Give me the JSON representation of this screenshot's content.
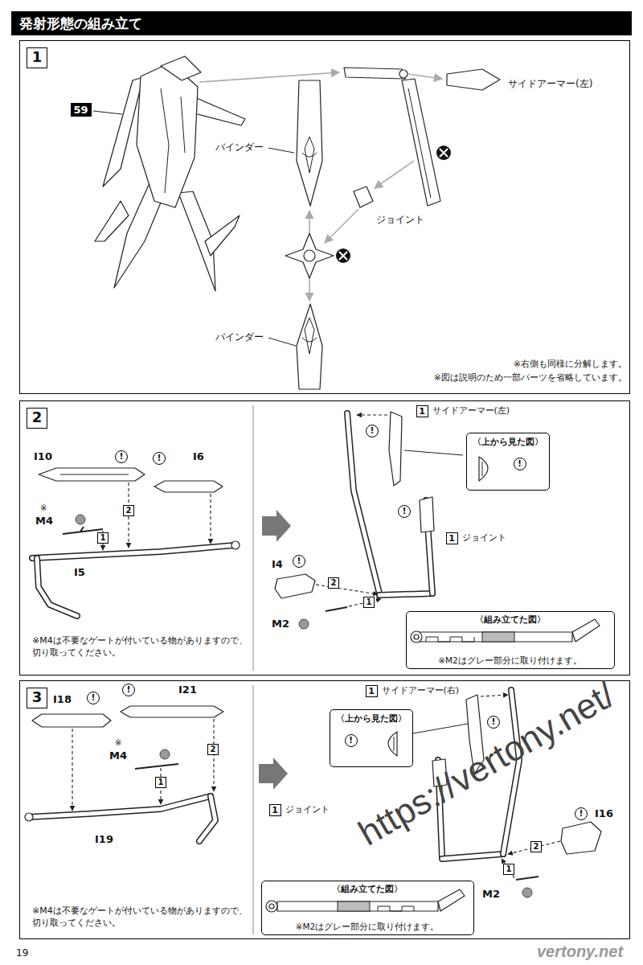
{
  "diagram": {
    "title": "発射形態の組み立て",
    "nodes": [
      {
        "text": [
          "1"
        ]
      },
      {
        "text": [
          "59"
        ],
        "in": 0
      },
      {
        "text": [
          "2"
        ]
      },
      {
        "text": [
          "1",
          "サイドアーマー(左)"
        ],
        "in": 2
      },
      {
        "text": [
          "〈上から見た図〉",
          "!"
        ],
        "in": 2
      },
      {
        "text": [
          "1",
          "ジョイント"
        ],
        "in": 2
      },
      {
        "text": [
          "〈組み立てた図〉",
          "※M2はグレー部分に取り付けます。"
        ],
        "in": 2
      },
      {
        "text": [
          "3"
        ]
      },
      {
        "text": [
          "1",
          "サイドアーマー(右)"
        ],
        "in": 7
      },
      {
        "text": [
          "〈上から見た図〉",
          "!"
        ],
        "in": 7
      },
      {
        "text": [
          "1",
          "ジョイント"
        ],
        "in": 7
      },
      {
        "text": [
          "〈組み立てた図〉",
          "※M2はグレー部分に取り付けます。"
        ],
        "in": 7
      }
    ],
    "labels": [
      "バインダー",
      "バインダー",
      "サイドアーマー(左)",
      "ジョイント",
      "※右側も同様に分解します。",
      "※図は説明のため一部パーツを省略しています。",
      "I10",
      "!",
      "!",
      "I6",
      "2",
      "※",
      "M4",
      "1",
      "I5",
      "※M4は不要なゲートが付いている物がありますので、切り取ってください。",
      "!",
      "!",
      "I4",
      "!",
      "2",
      "1",
      "M2",
      "I18",
      "!",
      "!",
      "I21",
      "※",
      "M4",
      "2",
      "1",
      "I19",
      "※M4は不要なゲートが付いている物がありますので、切り取ってください。",
      "!",
      "!",
      "I16",
      "2",
      "1",
      "M2",
      "https://vertony.net/",
      "vertony.net",
      "19"
    ]
  }
}
